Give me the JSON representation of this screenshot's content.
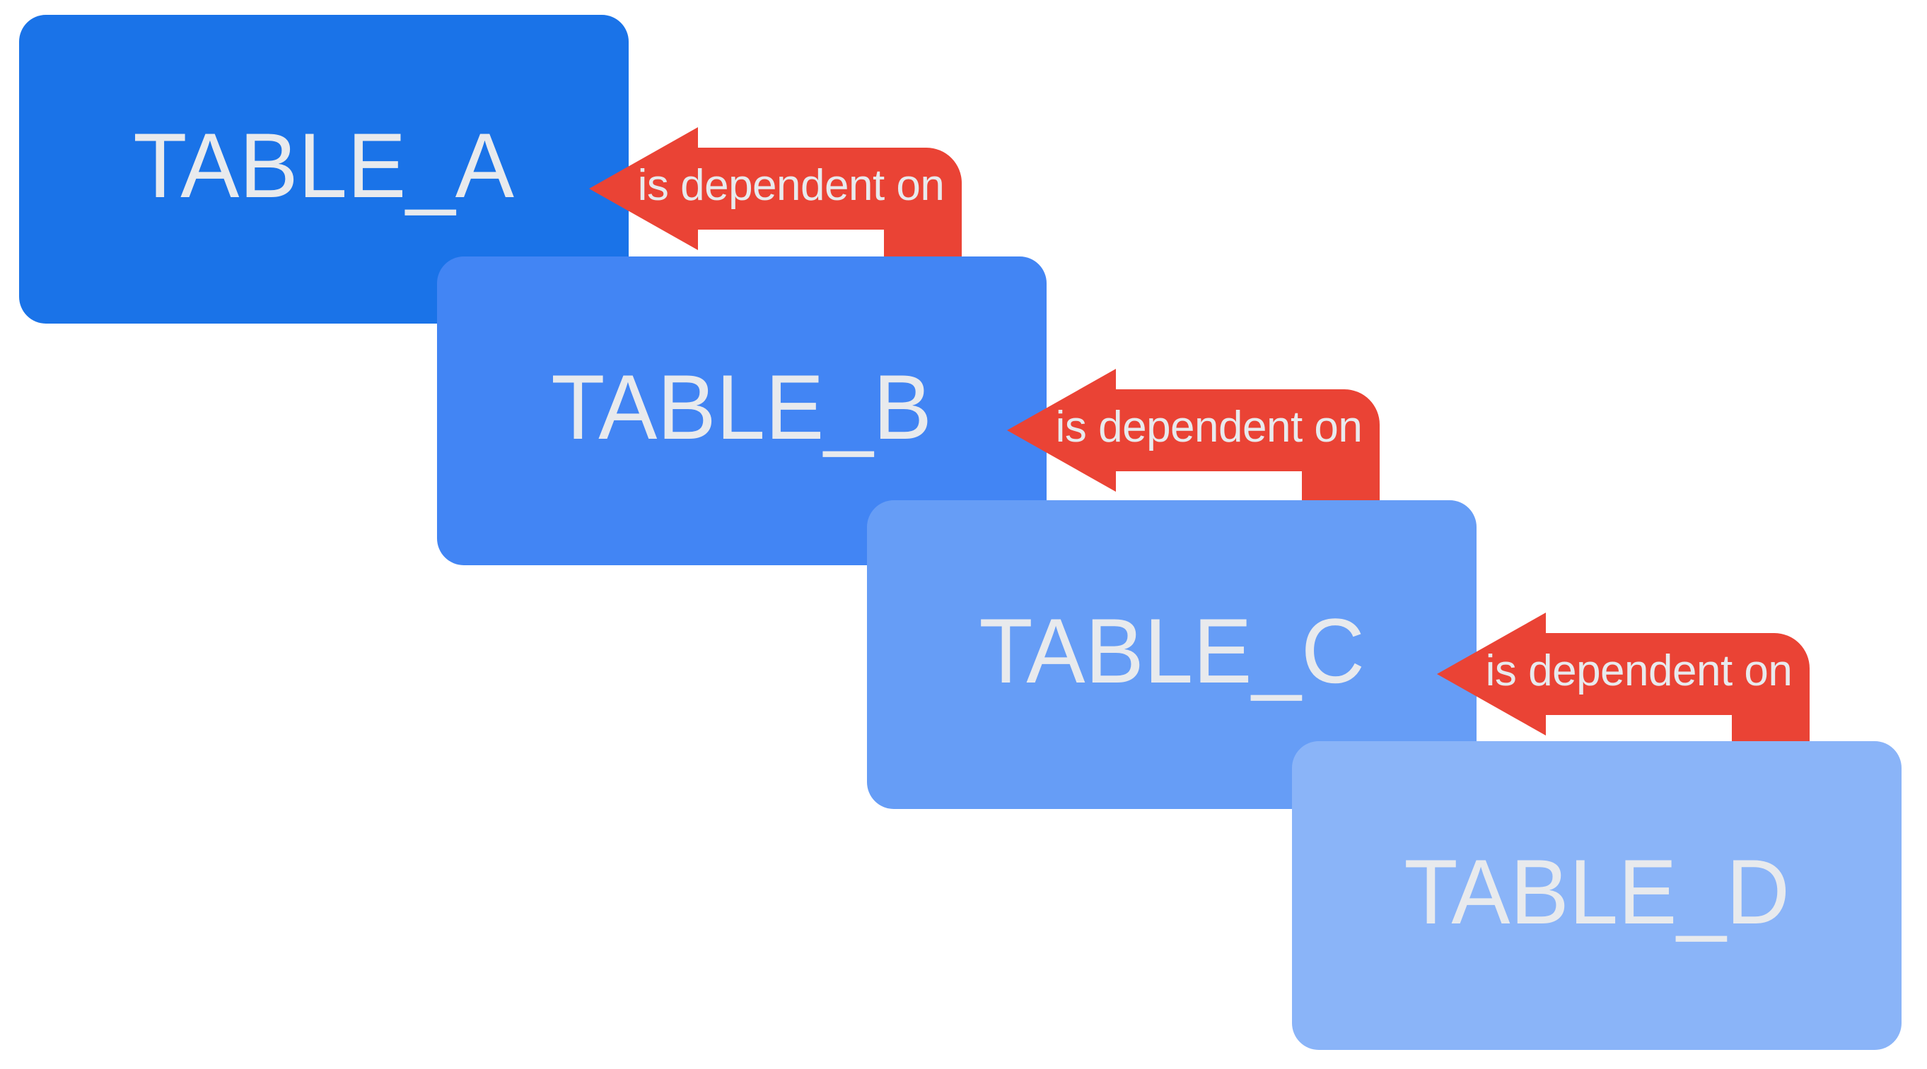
{
  "diagram": {
    "background_color": "#ffffff",
    "label_color": "#e8eaed",
    "arrow_color": "#ea4335",
    "tables": [
      {
        "id": "table-a",
        "label": "TABLE_A",
        "color": "#1a73e8"
      },
      {
        "id": "table-b",
        "label": "TABLE_B",
        "color": "#4285f4"
      },
      {
        "id": "table-c",
        "label": "TABLE_C",
        "color": "#669df6"
      },
      {
        "id": "table-d",
        "label": "TABLE_D",
        "color": "#8ab4f8"
      }
    ],
    "arrows": [
      {
        "from": "TABLE_B",
        "to": "TABLE_A",
        "label": "is dependent on"
      },
      {
        "from": "TABLE_C",
        "to": "TABLE_B",
        "label": "is dependent on"
      },
      {
        "from": "TABLE_D",
        "to": "TABLE_C",
        "label": "is dependent on"
      }
    ]
  }
}
